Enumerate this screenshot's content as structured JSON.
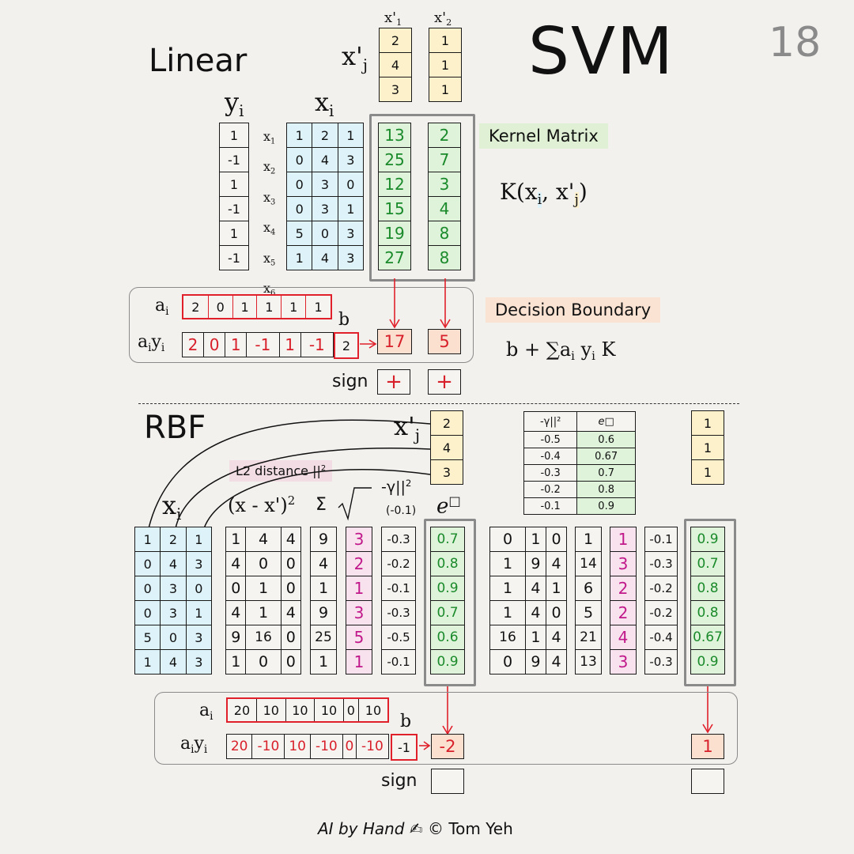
{
  "page_number": "18",
  "title": "SVM",
  "linear": {
    "label": "Linear",
    "xprime_label": "x'",
    "xprime_sub": "j",
    "xprime_headers": [
      {
        "base": "x'",
        "sub": "1"
      },
      {
        "base": "x'",
        "sub": "2"
      }
    ],
    "xprime": [
      [
        "2",
        "4",
        "3"
      ],
      [
        "1",
        "1",
        "1"
      ]
    ],
    "y_label": "y",
    "y_sub": "i",
    "x_label": "x",
    "x_sub": "i",
    "y": [
      "1",
      "-1",
      "1",
      "-1",
      "1",
      "-1"
    ],
    "row_labels": [
      {
        "base": "x",
        "sub": "1"
      },
      {
        "base": "x",
        "sub": "2"
      },
      {
        "base": "x",
        "sub": "3"
      },
      {
        "base": "x",
        "sub": "4"
      },
      {
        "base": "x",
        "sub": "5"
      },
      {
        "base": "x",
        "sub": "6"
      }
    ],
    "x": [
      [
        "1",
        "2",
        "1"
      ],
      [
        "0",
        "4",
        "3"
      ],
      [
        "0",
        "3",
        "0"
      ],
      [
        "0",
        "3",
        "1"
      ],
      [
        "5",
        "0",
        "3"
      ],
      [
        "1",
        "4",
        "3"
      ]
    ],
    "kernel": [
      [
        "13",
        "2"
      ],
      [
        "25",
        "7"
      ],
      [
        "12",
        "3"
      ],
      [
        "15",
        "4"
      ],
      [
        "19",
        "8"
      ],
      [
        "27",
        "8"
      ]
    ],
    "kernel_label": "Kernel Matrix",
    "kernel_formula": {
      "prefix": "K(x",
      "i": "i",
      "mid": ", x'",
      "j": "j",
      "suffix": ")"
    },
    "a_label": "a",
    "a_sub": "i",
    "a": [
      "2",
      "0",
      "1",
      "1",
      "1",
      "1"
    ],
    "ay_label": "a",
    "ay_sub": "i",
    "ay_y": "y",
    "ay": [
      "2",
      "0",
      "1",
      "-1",
      "1",
      "-1"
    ],
    "b_label": "b",
    "b": "2",
    "outputs": [
      "17",
      "5"
    ],
    "sign_label": "sign",
    "signs": [
      "+",
      "+"
    ],
    "decision_label": "Decision Boundary",
    "decision_formula": {
      "prefix": "b + ∑a",
      "i1": "i",
      "y": " y",
      "i2": "i",
      "suffix": " K"
    }
  },
  "rbf": {
    "label": "RBF",
    "xprime_label": "x'",
    "xprime_sub": "j",
    "xprime": [
      "2",
      "4",
      "3"
    ],
    "l2_label": "L2 distance ||",
    "l2_sup": "2",
    "x_label": "x",
    "x_sub": "i",
    "diff_label": "(x - x')",
    "diff_sup": "2",
    "sigma": "Σ",
    "sqrt": "√",
    "gamma_label": "-γ||",
    "gamma_sup": "2",
    "gamma_value": "(-0.1)",
    "exp_label": "e",
    "exp_sup": "□",
    "x": [
      [
        "1",
        "2",
        "1"
      ],
      [
        "0",
        "4",
        "3"
      ],
      [
        "0",
        "3",
        "0"
      ],
      [
        "0",
        "3",
        "1"
      ],
      [
        "5",
        "0",
        "3"
      ],
      [
        "1",
        "4",
        "3"
      ]
    ],
    "col1": {
      "sq": [
        [
          "1",
          "4",
          "4"
        ],
        [
          "4",
          "0",
          "0"
        ],
        [
          "0",
          "1",
          "0"
        ],
        [
          "4",
          "1",
          "4"
        ],
        [
          "9",
          "16",
          "0"
        ],
        [
          "1",
          "0",
          "0"
        ]
      ],
      "sum": [
        "9",
        "4",
        "1",
        "9",
        "25",
        "1"
      ],
      "sqrt": [
        "3",
        "2",
        "1",
        "3",
        "5",
        "1"
      ],
      "gamma": [
        "-0.3",
        "-0.2",
        "-0.1",
        "-0.3",
        "-0.5",
        "-0.1"
      ],
      "exp": [
        "0.7",
        "0.8",
        "0.9",
        "0.7",
        "0.6",
        "0.9"
      ]
    },
    "col2": {
      "sq": [
        [
          "0",
          "1",
          "0"
        ],
        [
          "1",
          "9",
          "4"
        ],
        [
          "1",
          "4",
          "1"
        ],
        [
          "1",
          "4",
          "0"
        ],
        [
          "16",
          "1",
          "4"
        ],
        [
          "0",
          "9",
          "4"
        ]
      ],
      "sum": [
        "1",
        "14",
        "6",
        "5",
        "21",
        "13"
      ],
      "sqrt": [
        "1",
        "3",
        "2",
        "2",
        "4",
        "3"
      ],
      "gamma": [
        "-0.1",
        "-0.3",
        "-0.2",
        "-0.2",
        "-0.4",
        "-0.3"
      ],
      "exp": [
        "0.9",
        "0.7",
        "0.8",
        "0.8",
        "0.67",
        "0.9"
      ]
    },
    "lookup": {
      "header": [
        "-γ||²",
        "e□"
      ],
      "rows": [
        [
          "-0.5",
          "0.6"
        ],
        [
          "-0.4",
          "0.67"
        ],
        [
          "-0.3",
          "0.7"
        ],
        [
          "-0.2",
          "0.8"
        ],
        [
          "-0.1",
          "0.9"
        ]
      ]
    },
    "xprime2": [
      "1",
      "1",
      "1"
    ],
    "a_label": "a",
    "a_sub": "i",
    "a": [
      "20",
      "10",
      "10",
      "10",
      "0",
      "10"
    ],
    "ay_label": "a",
    "ay_sub": "i",
    "ay_y": "y",
    "ay": [
      "20",
      "-10",
      "10",
      "-10",
      "0",
      "-10"
    ],
    "b_label": "b",
    "b": "-1",
    "outputs": [
      "-2",
      "1"
    ],
    "sign_label": "sign",
    "signs": [
      "",
      ""
    ]
  },
  "footer": {
    "text": "AI by Hand",
    "pencil": "✍",
    "copyright": "©  Tom Yeh"
  },
  "colors": {
    "blue": "#ddf2f9",
    "yellow": "#fdf1cc",
    "green": "#dff3db",
    "pink": "#f8e2ee",
    "peach": "#fbe0d0",
    "red": "#e0202a"
  }
}
